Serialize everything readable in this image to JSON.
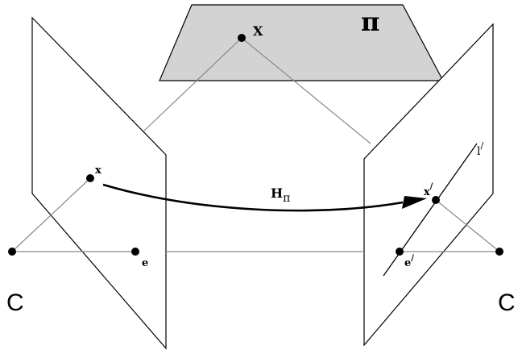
{
  "labels": {
    "world_point": "X",
    "plane": "π",
    "homography_main": "H",
    "homography_sub": "π",
    "image_point_left": "x",
    "image_point_right": "x",
    "epipole_left": "e",
    "epipole_right": "e",
    "epipolar_line": "l",
    "camera_left": "C",
    "camera_right": "C",
    "prime": "/"
  },
  "colors": {
    "plane_fill": "#d3d3d3",
    "stroke": "#000000",
    "ray": "#888888"
  }
}
